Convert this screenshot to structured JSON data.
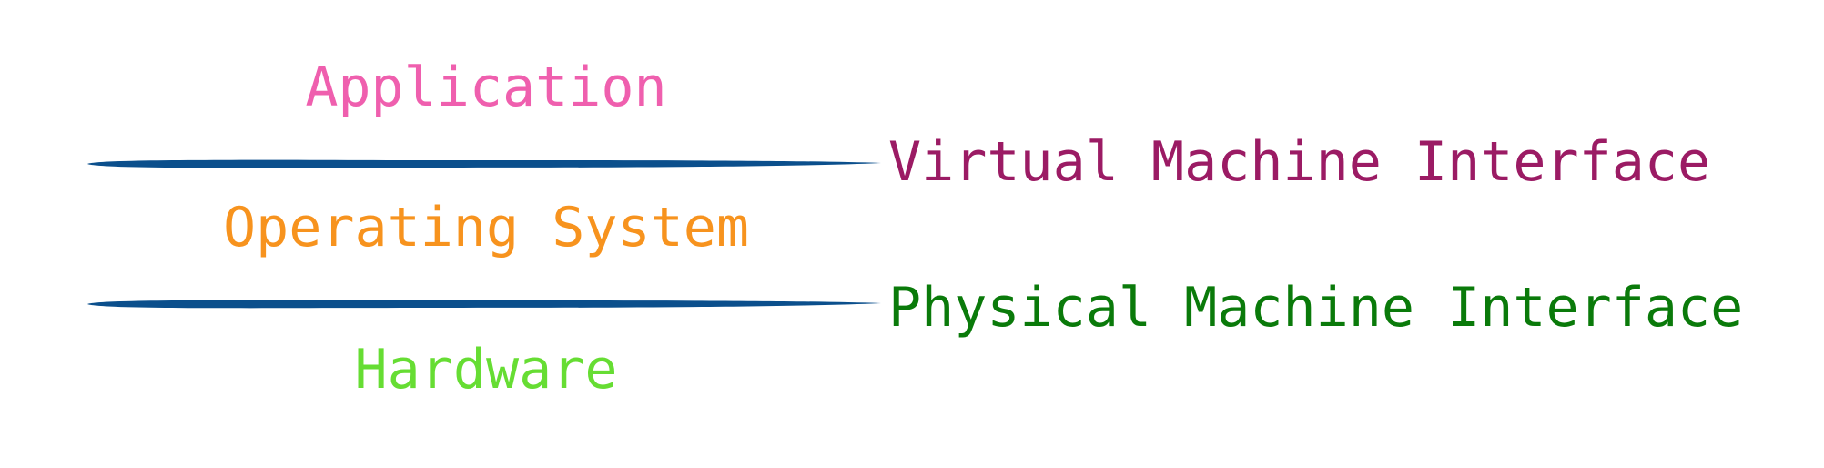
{
  "layers": [
    {
      "label": "Application",
      "color": "#ef5fae"
    },
    {
      "label": "Operating System",
      "color": "#f7931e"
    },
    {
      "label": "Hardware",
      "color": "#66dd33"
    }
  ],
  "interfaces": [
    {
      "label": "Virtual Machine Interface",
      "color": "#9b1b64"
    },
    {
      "label": "Physical Machine Interface",
      "color": "#0a7a0a"
    }
  ],
  "divider_color": "#0b4f8c"
}
